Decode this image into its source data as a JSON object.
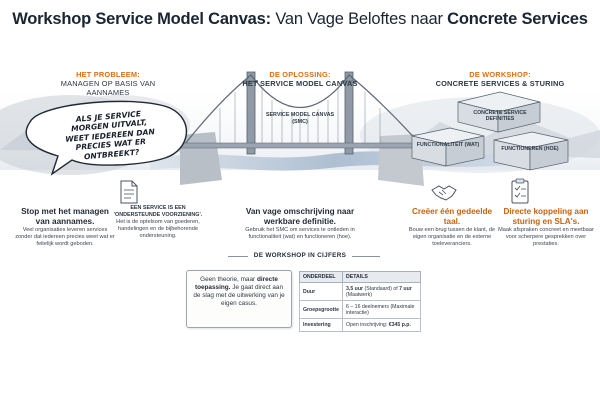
{
  "title": {
    "part1": "Workshop Service Model Canvas:",
    "part2": "Van Vage Beloftes naar",
    "part3": "Concrete Services"
  },
  "sections": {
    "problem": {
      "label": "HET PROBLEEM:",
      "sub": "MANAGEN OP BASIS VAN AANNAMES"
    },
    "solution": {
      "label": "DE OPLOSSING:",
      "sub": "HET SERVICE MODEL CANVAS"
    },
    "workshop": {
      "label": "DE WORKSHOP:",
      "sub": "CONCRETE SERVICES & STURING"
    }
  },
  "bubble": {
    "text": "ALS JE SERVICE MORGEN UITVALT, WEET IEDEREEN DAN PRECIES WAT ER ONTBREEKT?"
  },
  "bridge": {
    "label": "SERVICE MODEL CANVAS (SMC)"
  },
  "cubes": {
    "top": "CONCRETE SERVICE DEFINITIES",
    "left": "FUNCTIONALITEIT (WAT)",
    "right": "FUNCTIONEREN (HOE)"
  },
  "columns": [
    {
      "heading": "Stop met het managen van aannames.",
      "body": "Veel organisaties leveren services zonder dat iedereen precies weet wat er feitelijk wordt geboden."
    },
    {
      "heading": "EEN SERVICE IS EEN 'ONDERSTEUNDE VOORZIENING'.",
      "body": "Het is de optelsom van goederen, handelingen en de bijbehorende ondersteuning."
    },
    {
      "heading": "Van vage omschrijving naar werkbare definitie.",
      "body": "Gebruik het SMC om services te ontleden in functionaliteit (wat) en functioneren (hoe)."
    },
    {
      "heading": "Creëer één gedeelde taal.",
      "body": "Bouw een brug tussen de klant, de eigen organisatie en de externe toeleveranciers."
    },
    {
      "heading": "Directe koppeling aan sturing en SLA's.",
      "body": "Maak afspraken concreet en meetbaar voor scherpere gesprekken over prestaties."
    }
  ],
  "numbers_heading": "DE WORKSHOP IN CIJFERS",
  "note": {
    "before": "Geen theorie, maar",
    "bold": "directe toepassing.",
    "after": "Je gaat direct aan de slag met de uitwerking van je eigen casus."
  },
  "table": {
    "headers": [
      "ONDERDEEL",
      "DETAILS"
    ],
    "rows": [
      {
        "key": "Duur",
        "v1": "3,5 uur",
        "v2": " (Standaard) of ",
        "v3": "7 uur",
        "v4": " (Maatwerk)"
      },
      {
        "key": "Groepsgrootte",
        "v1": "",
        "v2": "6 – 16 deelnemers (Maximale interactie)",
        "v3": "",
        "v4": ""
      },
      {
        "key": "Investering",
        "v1": "",
        "v2": "Open inschrijving: ",
        "v3": "€345 p.p.",
        "v4": ""
      }
    ]
  },
  "colors": {
    "accent": "#d9701a",
    "text": "#1f2a36",
    "river": "#b9c8d8"
  }
}
